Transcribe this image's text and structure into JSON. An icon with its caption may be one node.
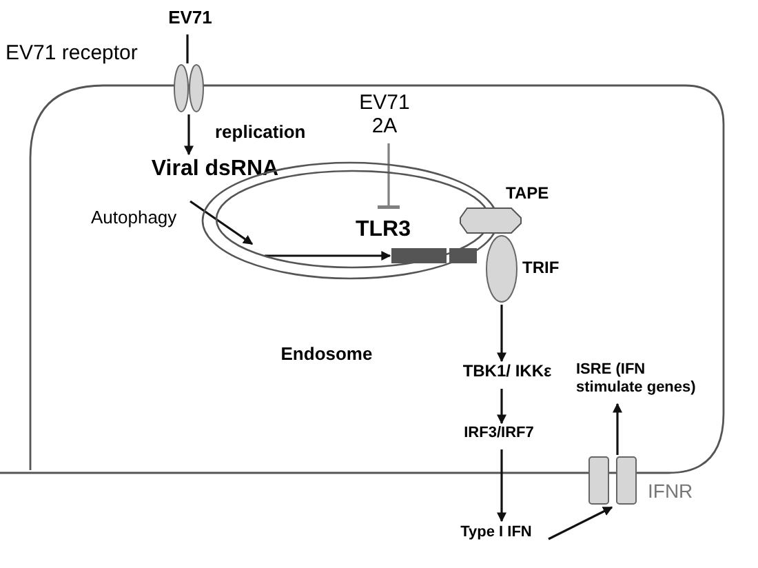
{
  "diagram": {
    "nodes": [
      {
        "text": [
          "EV71"
        ]
      },
      {
        "text": [
          "EV71 receptor"
        ]
      },
      {
        "text": [
          "Viral dsRNA"
        ]
      },
      {
        "text": [
          "Endosome"
        ]
      },
      {
        "text": [
          "EV71 2A"
        ]
      },
      {
        "text": [
          "TLR3"
        ],
        "in": 3
      },
      {
        "text": [
          "TAPE"
        ]
      },
      {
        "text": [
          "TRIF"
        ]
      },
      {
        "text": [
          "TBK1/ IKKε"
        ]
      },
      {
        "text": [
          "IRF3/IRF7"
        ]
      },
      {
        "text": [
          "Type I IFN"
        ]
      },
      {
        "text": [
          "IFNR"
        ]
      },
      {
        "text": [
          "ISRE (IFN stimulate genes)"
        ]
      }
    ],
    "edges": [
      {
        "from": 0,
        "to": 1,
        "arrow": "none"
      },
      {
        "from": 1,
        "to": 2,
        "arrow": "to",
        "label": "replication"
      },
      {
        "from": 2,
        "to": 3,
        "arrow": "to",
        "label": "Autophagy"
      },
      {
        "from": 3,
        "to": 5,
        "arrow": "to"
      },
      {
        "from": 4,
        "to": 5,
        "arrow": "other",
        "color": "#808080"
      },
      {
        "from": 7,
        "to": 8,
        "arrow": "to"
      },
      {
        "from": 8,
        "to": 9,
        "arrow": "to"
      },
      {
        "from": 9,
        "to": 10,
        "arrow": "to"
      },
      {
        "from": 10,
        "to": 11,
        "arrow": "to"
      },
      {
        "from": 11,
        "to": 12,
        "arrow": "to"
      }
    ]
  }
}
